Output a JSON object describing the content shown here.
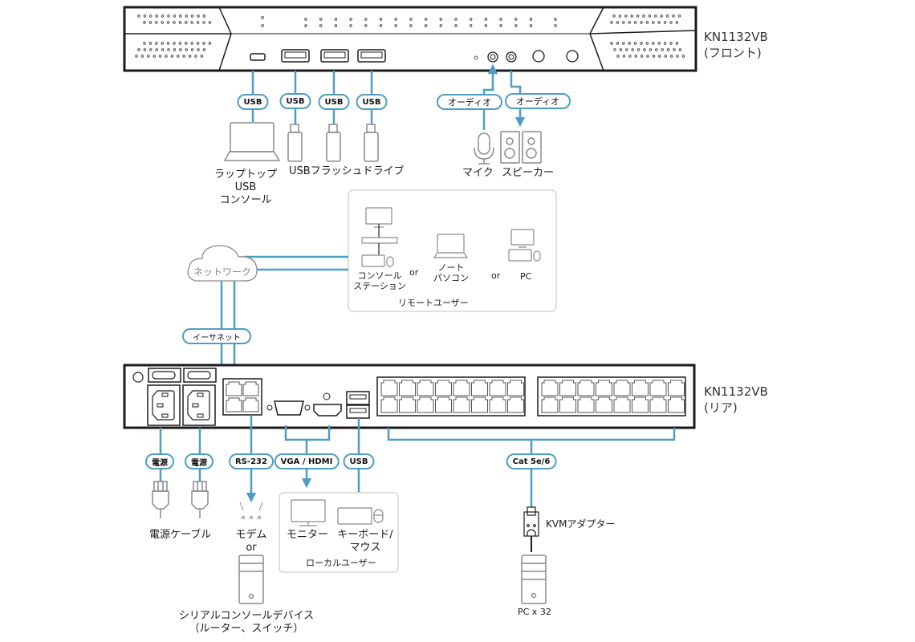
{
  "devices": {
    "front": {
      "model": "KN1132VB",
      "view": "(フロント)"
    },
    "rear": {
      "model": "KN1132VB",
      "view": "(リア)"
    }
  },
  "front_connections": {
    "usb_labels": [
      "USB",
      "USB",
      "USB",
      "USB"
    ],
    "audio_labels": [
      "オーディオ",
      "オーディオ"
    ],
    "laptop_label": [
      "ラップトップ",
      "USB",
      "コンソール"
    ],
    "flash_label": "USBフラッシュドライブ",
    "mic_label": "マイク",
    "speaker_label": "スピーカー"
  },
  "remote_users": {
    "title": "リモートユーザー",
    "network_label": "ネットワーク",
    "ethernet_label": "イーサネット",
    "options": [
      {
        "label": [
          "コンソール",
          "ステーション"
        ]
      },
      {
        "label": [
          "ノート",
          "パソコン"
        ]
      },
      {
        "label": [
          "PC"
        ]
      }
    ],
    "or_text": "or"
  },
  "rear_connections": {
    "power_labels": [
      "電源",
      "電源"
    ],
    "power_cable_label": "電源ケーブル",
    "rs232_label": "RS-232",
    "modem_label": "モデム",
    "or_text": "or",
    "serial_label": [
      "シリアルコンソールデバイス",
      "（ルーター、スイッチ）"
    ],
    "video_label": "VGA / HDMI",
    "usb_label": "USB",
    "local_users": {
      "title": "ローカルユーザー",
      "monitor_label": "モニター",
      "kbm_label": [
        "キーボード/",
        "マウス"
      ]
    },
    "cat_label": "Cat 5e/6",
    "adapter_label": "KVMアダプター",
    "pc_label": "PC x 32"
  },
  "colors": {
    "cable": "#4f9ec2",
    "device_border": "#1e1a1a",
    "icon_gray": "#8a8a8a"
  }
}
